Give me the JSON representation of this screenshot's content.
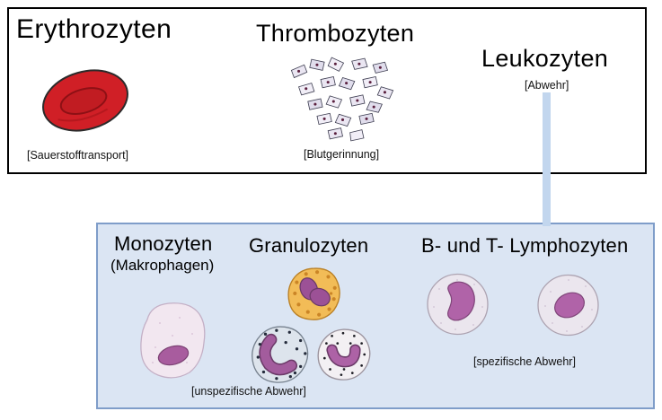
{
  "top_box": {
    "erythrozyten": {
      "title": "Erythrozyten",
      "caption": "[Sauerstofftransport]"
    },
    "thrombozyten": {
      "title": "Thrombozyten",
      "caption": "[Blutgerinnung]"
    },
    "leukozyten": {
      "title": "Leukozyten",
      "caption": "[Abwehr]"
    }
  },
  "bottom_box": {
    "monozyten": {
      "title": "Monozyten",
      "subtitle": "(Makrophagen)"
    },
    "granulozyten": {
      "title": "Granulozyten",
      "caption": "[unspezifische Abwehr]"
    },
    "lymphozyten": {
      "title": "B- und T- Lymphozyten",
      "caption": "[spezifische Abwehr]"
    }
  },
  "colors": {
    "top_box_border": "#000000",
    "bottom_box_bg": "#dbe5f3",
    "bottom_box_border": "#7f9dc9",
    "connector_blue": "#c2d6ee",
    "erythrocyte_red": "#d01f26",
    "nucleus_purple": "#ad62a6",
    "eosinophil_orange": "#f2bc57"
  }
}
